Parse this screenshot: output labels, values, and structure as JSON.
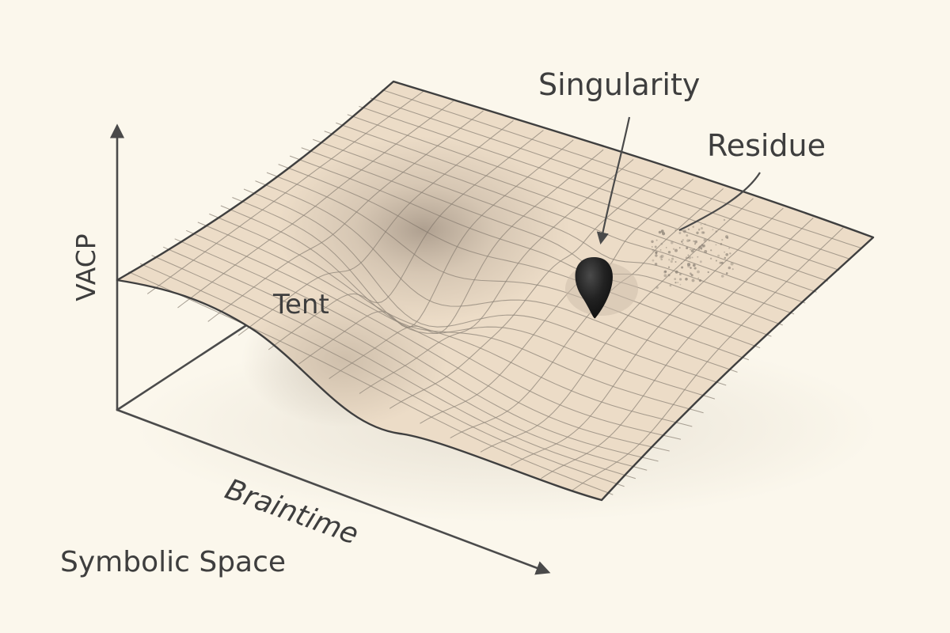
{
  "labels": {
    "vertical_axis": "VACP",
    "depth_axis": "Braintime",
    "space": "Symbolic Space",
    "tent": "Tent",
    "singularity": "Singularity",
    "residue": "Residue"
  },
  "colors": {
    "background": "#fbf7ec",
    "surface": "#ecdcc7",
    "grid": "#8d8478",
    "ink": "#3e3e3e",
    "singularity": "#1f1f1f"
  }
}
